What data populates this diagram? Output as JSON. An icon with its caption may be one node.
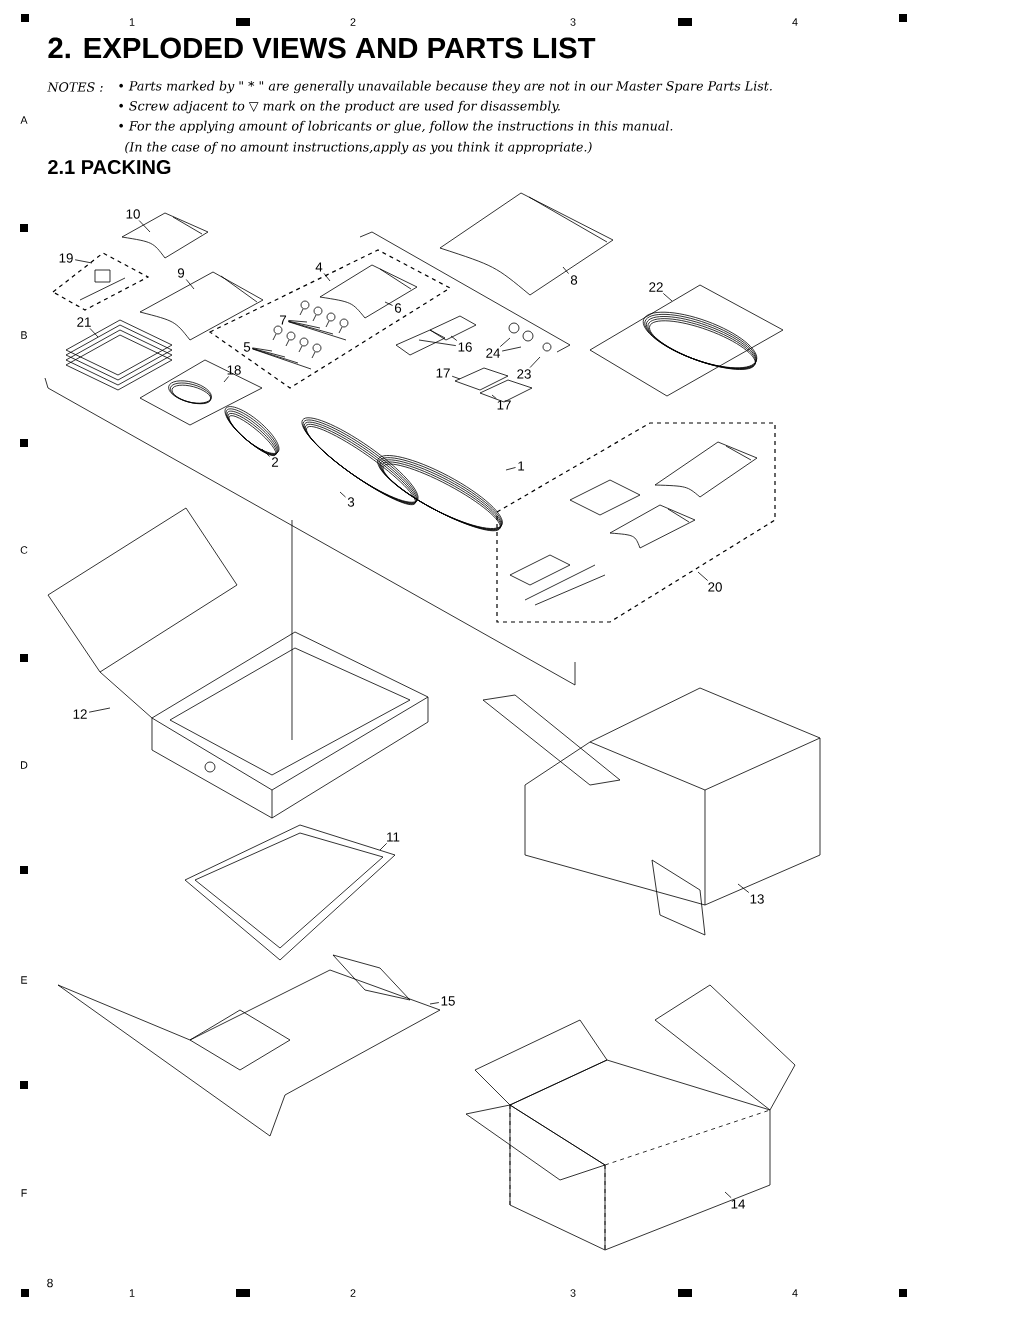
{
  "diagram": {
    "title": "2. EXPLODED VIEWS AND PARTS LIST",
    "nodes": [
      {
        "text": [
          "10"
        ]
      },
      {
        "text": [
          "19"
        ]
      },
      {
        "text": [
          "9"
        ]
      },
      {
        "text": [
          "4"
        ]
      },
      {
        "text": [
          "8"
        ]
      },
      {
        "text": [
          "22"
        ]
      },
      {
        "text": [
          "21"
        ]
      },
      {
        "text": [
          "7"
        ]
      },
      {
        "text": [
          "6"
        ]
      },
      {
        "text": [
          "5"
        ]
      },
      {
        "text": [
          "16"
        ]
      },
      {
        "text": [
          "24"
        ]
      },
      {
        "text": [
          "23"
        ]
      },
      {
        "text": [
          "18"
        ]
      },
      {
        "text": [
          "17"
        ]
      },
      {
        "text": [
          "17"
        ]
      },
      {
        "text": [
          "2"
        ]
      },
      {
        "text": [
          "1"
        ]
      },
      {
        "text": [
          "3"
        ]
      },
      {
        "text": [
          "20"
        ]
      },
      {
        "text": [
          "12"
        ]
      },
      {
        "text": [
          "11"
        ]
      },
      {
        "text": [
          "13"
        ]
      },
      {
        "text": [
          "15"
        ]
      },
      {
        "text": [
          "14"
        ]
      }
    ],
    "edges": [
      {
        "from": 0,
        "to": null,
        "arrow": "none"
      },
      {
        "from": 1,
        "to": null,
        "arrow": "none"
      },
      {
        "from": 2,
        "to": null,
        "arrow": "none"
      },
      {
        "from": 3,
        "to": null,
        "arrow": "none"
      },
      {
        "from": 4,
        "to": null,
        "arrow": "none"
      },
      {
        "from": 5,
        "to": null,
        "arrow": "none"
      },
      {
        "from": 6,
        "to": null,
        "arrow": "none"
      },
      {
        "from": 7,
        "to": null,
        "arrow": "none"
      },
      {
        "from": 7,
        "to": null,
        "arrow": "none"
      },
      {
        "from": 7,
        "to": null,
        "arrow": "none"
      },
      {
        "from": 7,
        "to": null,
        "arrow": "none"
      },
      {
        "from": 8,
        "to": null,
        "arrow": "none"
      },
      {
        "from": 9,
        "to": null,
        "arrow": "none"
      },
      {
        "from": 9,
        "to": null,
        "arrow": "none"
      },
      {
        "from": 9,
        "to": null,
        "arrow": "none"
      },
      {
        "from": 9,
        "to": null,
        "arrow": "none"
      },
      {
        "from": 10,
        "to": null,
        "arrow": "none"
      },
      {
        "from": 10,
        "to": null,
        "arrow": "none"
      },
      {
        "from": 11,
        "to": null,
        "arrow": "none"
      },
      {
        "from": 11,
        "to": null,
        "arrow": "none"
      },
      {
        "from": 12,
        "to": null,
        "arrow": "none"
      },
      {
        "from": 13,
        "to": null,
        "arrow": "none"
      },
      {
        "from": 14,
        "to": null,
        "arrow": "none"
      },
      {
        "from": 15,
        "to": null,
        "arrow": "none"
      },
      {
        "from": 16,
        "to": null,
        "arrow": "none"
      },
      {
        "from": 17,
        "to": null,
        "arrow": "none"
      },
      {
        "from": 18,
        "to": null,
        "arrow": "none"
      },
      {
        "from": 19,
        "to": null,
        "arrow": "none"
      },
      {
        "from": 20,
        "to": null,
        "arrow": "none"
      },
      {
        "from": 21,
        "to": null,
        "arrow": "none"
      },
      {
        "from": 22,
        "to": null,
        "arrow": "none"
      },
      {
        "from": 23,
        "to": null,
        "arrow": "none"
      },
      {
        "from": 24,
        "to": null,
        "arrow": "none"
      }
    ],
    "labels": [
      "1",
      "2",
      "3",
      "4",
      "NOTES :",
      "• Parts marked by \" * \" are generally unavailable because they are not in our Master Spare Parts List.",
      "• Screw adjacent to ▽ mark on the product are used for disassembly.",
      "• For the applying amount of lobricants or glue, follow the instructions in this manual.",
      "(In the case of no amount instructions,apply as you think it appropriate.)",
      "2.1 PACKING",
      "A",
      "B",
      "C",
      "D",
      "E",
      "F",
      "8",
      "1",
      "2",
      "3",
      "4"
    ]
  }
}
